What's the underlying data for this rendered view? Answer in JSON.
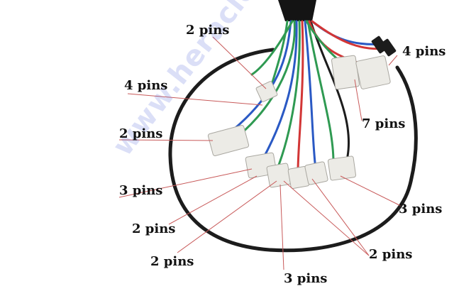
{
  "labels": {
    "l1": "2 pins",
    "l2": "4 pins",
    "l3": "4 pins",
    "l4": "7 pins",
    "l5": "2 pins",
    "l6": "3 pins",
    "l7": "3 pins",
    "l8": "2 pins",
    "l9": "2 pins",
    "l10": "2 pins",
    "l11": "3 pins"
  },
  "watermark": "www.heracle.lt",
  "colors": {
    "cable": "#1c1c1c",
    "connector": "#ecebe6",
    "wire_green": "#2f9a52",
    "wire_blue": "#2a59c4",
    "wire_red": "#d23636",
    "wire_white": "#f2f2f2",
    "leader_line": "#c85a5a"
  }
}
